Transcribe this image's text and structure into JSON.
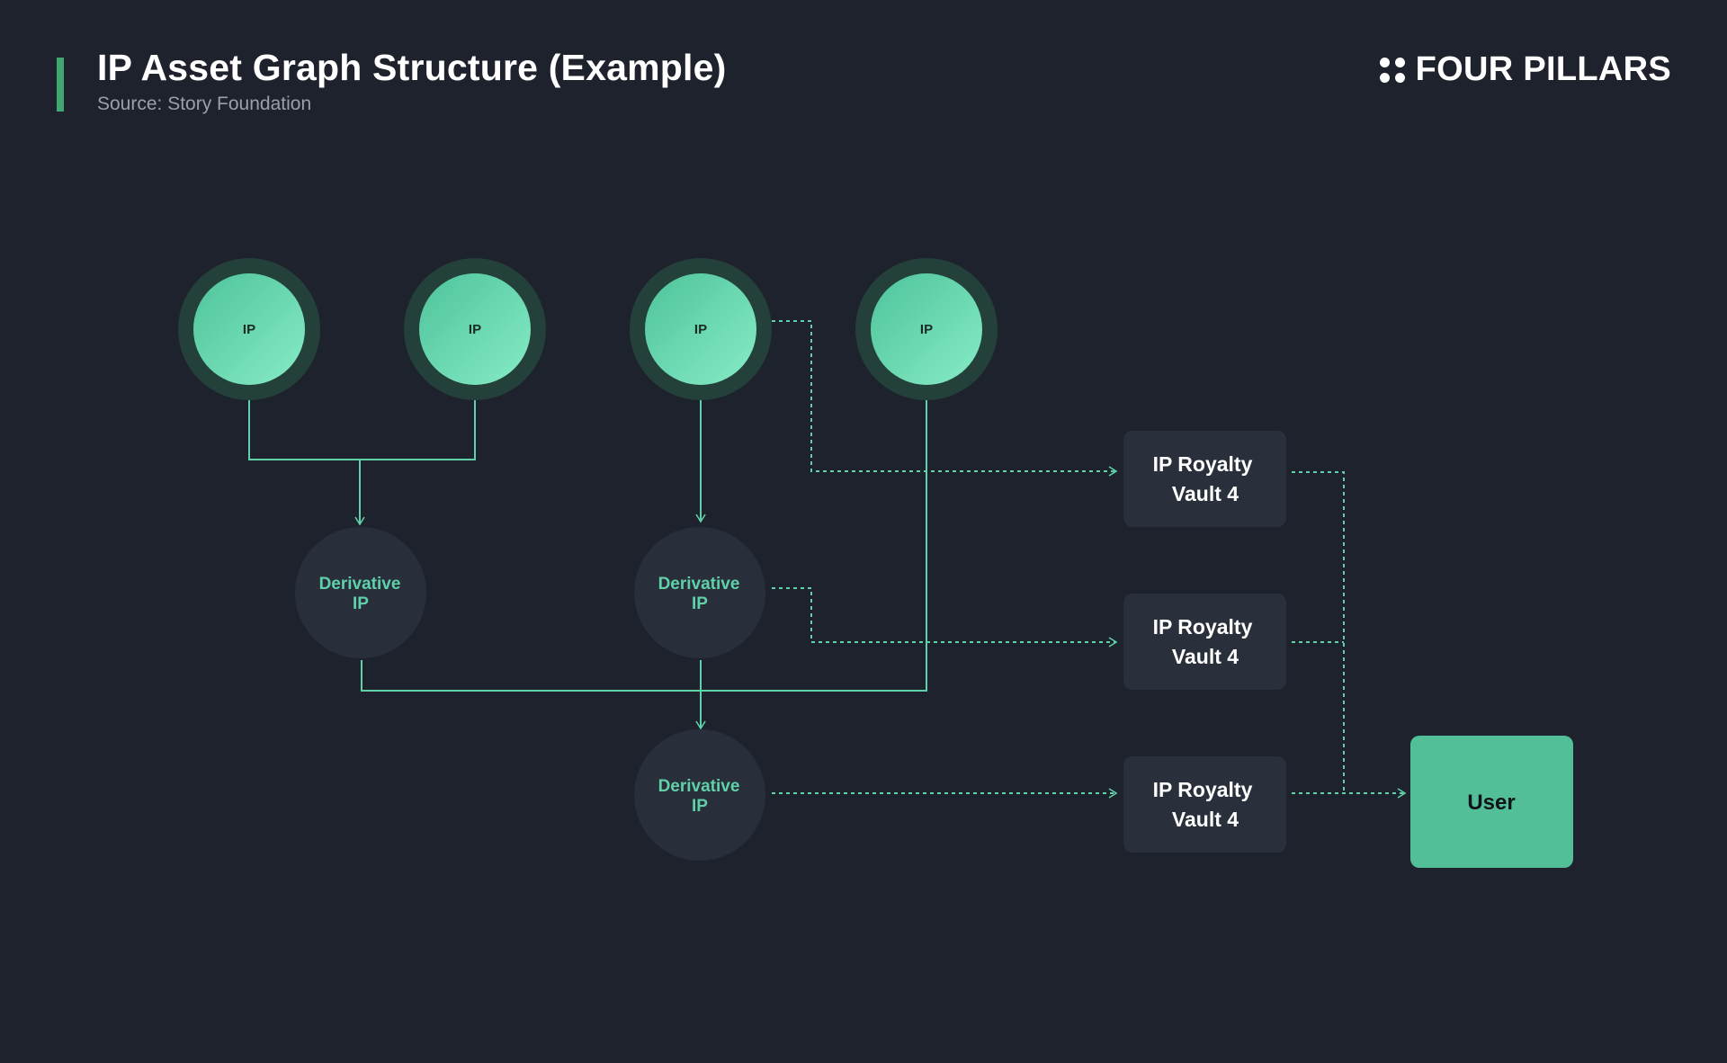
{
  "header": {
    "title": "IP Asset Graph Structure (Example)",
    "source": "Source: Story Foundation",
    "brand": "FOUR PILLARS",
    "brand_icon": "four-dots-icon"
  },
  "colors": {
    "background": "#1e222c",
    "accent": "#3fa96f",
    "teal": "#5fd0a8",
    "ip_ring": "#24403a",
    "ip_fill_start": "#4fc39b",
    "ip_fill_end": "#7ee6bf",
    "derivative_fill": "#282f3b",
    "vault_fill": "#2a303b",
    "user_fill": "#52bf98"
  },
  "diagram": {
    "ip_nodes": [
      {
        "label": "IP"
      },
      {
        "label": "IP"
      },
      {
        "label": "IP"
      },
      {
        "label": "IP"
      }
    ],
    "derivative_nodes": [
      {
        "line1": "Derivative",
        "line2": "IP"
      },
      {
        "line1": "Derivative",
        "line2": "IP"
      },
      {
        "line1": "Derivative",
        "line2": "IP"
      }
    ],
    "vaults": [
      {
        "line1": "IP Royalty",
        "line2": "Vault 4"
      },
      {
        "line1": "IP Royalty",
        "line2": "Vault 4"
      },
      {
        "line1": "IP Royalty",
        "line2": "Vault 4"
      }
    ],
    "user": {
      "label": "User"
    }
  }
}
